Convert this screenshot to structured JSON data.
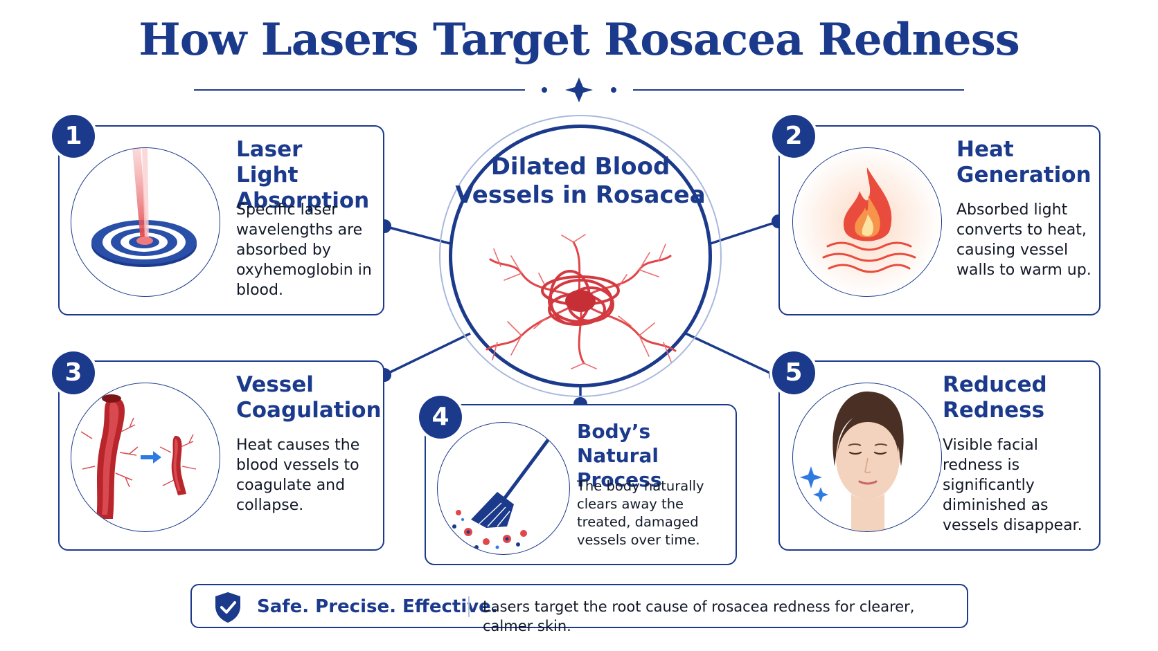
{
  "title": "How Lasers Target Rosacea Redness",
  "center": {
    "title": "Dilated Blood Vessels in Rosacea"
  },
  "steps": [
    {
      "number": "1",
      "title": "Laser Light Absorption",
      "text": "Specific laser wavelengths are absorbed by oxyhemoglobin in blood.",
      "icon": "laser-target-icon"
    },
    {
      "number": "2",
      "title": "Heat Generation",
      "text": "Absorbed light converts to heat, causing vessel walls to warm up.",
      "icon": "flame-icon"
    },
    {
      "number": "3",
      "title": "Vessel Coagulation",
      "text": "Heat causes the blood vessels to coagulate and collapse.",
      "icon": "vessel-coagulation-icon"
    },
    {
      "number": "4",
      "title": "Body’s Natural Process",
      "text": "The body naturally clears away the treated, damaged vessels over time.",
      "icon": "broom-icon"
    },
    {
      "number": "5",
      "title": "Reduced Redness",
      "text": "Visible facial redness is significantly diminished as vessels disappear.",
      "icon": "calm-face-icon"
    }
  ],
  "footer": {
    "tagline": "Safe. Precise. Effective.",
    "text": "Lasers target the root cause of rosacea redness for clearer, calmer skin.",
    "icon": "shield-check-icon"
  },
  "colors": {
    "primary": "#1b3a8c",
    "accent_red": "#e0464a",
    "light_blue": "#a9b8de"
  }
}
